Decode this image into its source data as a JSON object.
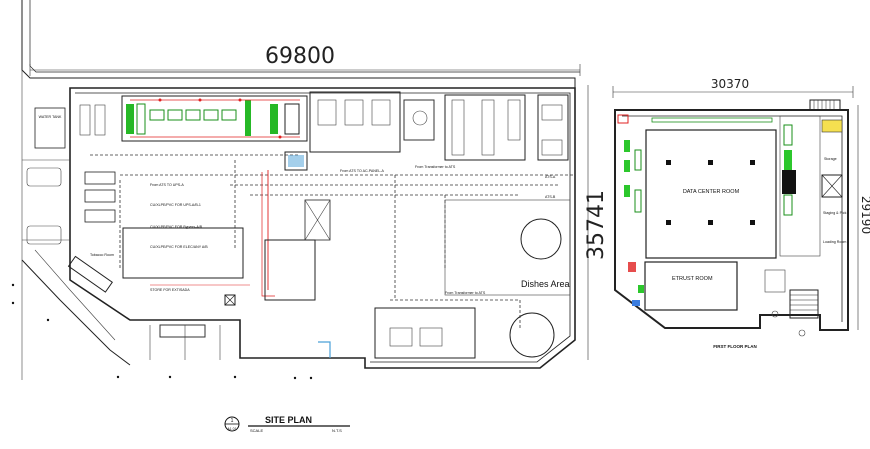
{
  "drawing": {
    "site_plan_dimension_width": "69800",
    "site_plan_dimension_height": "35741",
    "first_floor_dimension_width": "30370",
    "first_floor_dimension_height": "29190",
    "title": "SITE PLAN",
    "scale_label": "SCALE",
    "scale_value": "N.T.S",
    "detail_number": "1",
    "sheet_code": "A1 01",
    "first_floor_title": "FIRST FLOOR PLAN"
  },
  "site_rooms": {
    "water_tank": "WATER TANK",
    "dishes_area": "Dishes Area",
    "store": "STORE FOR EXTISADA",
    "tobacco_room": "Tobacco Room",
    "from_ats_to_ac_panel": "From ATS TO AC-PANEL-A",
    "from_transformer_ats_1": "From Transformer to ATS",
    "from_transformer_ats_2": "From Transformer to ATS",
    "ups_feed_1": "From ATS TO UPS-A",
    "ups_feed_2": "CU/XLPE/PVC FOR UPS-A/B-1",
    "bypass_feed": "CU/XLPE/PVC FOR Bypass-A/B",
    "elec_feed": "CU/XLPE/PVC FOR ELEC/ANY A/B",
    "ats_a": "ATS-A",
    "ats_b": "ATS-B"
  },
  "first_floor_rooms": {
    "data_center": "DATA CENTER ROOM",
    "etrust": "ETRUST ROOM",
    "storage": "Storage",
    "staging": "Staging & Pick",
    "loading": "Loading Room"
  }
}
